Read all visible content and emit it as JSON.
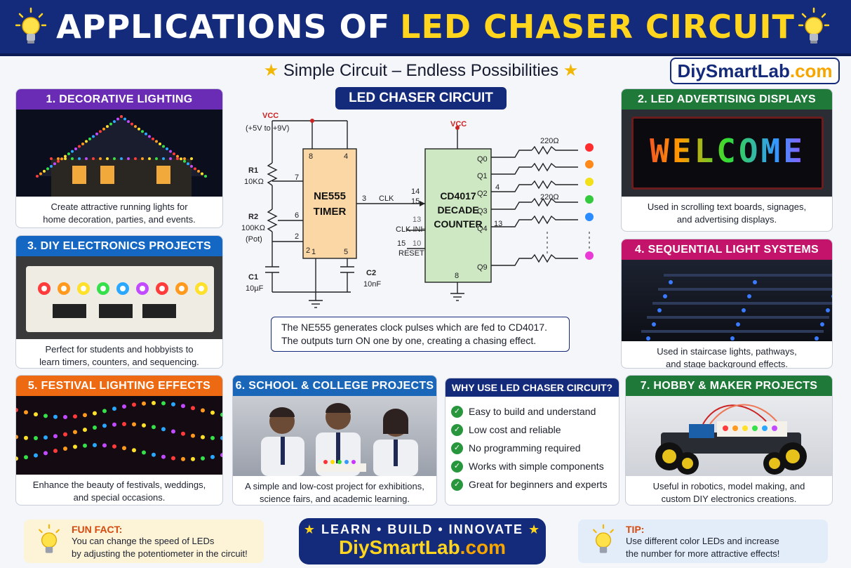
{
  "header": {
    "title_white": "APPLICATIONS OF",
    "title_yellow": "LED CHASER CIRCUIT"
  },
  "subtitle": "Simple Circuit – Endless Possibilities",
  "brand": {
    "a": "DiySmartLab",
    "b": ".com"
  },
  "cards": [
    {
      "title": "1. DECORATIVE LIGHTING",
      "cap1": "Create attractive running lights for",
      "cap2": "home decoration, parties, and events.",
      "color": "#6a2bb5"
    },
    {
      "title": "2. LED ADVERTISING DISPLAYS",
      "cap1": "Used in scrolling text boards, signages,",
      "cap2": "and advertising displays.",
      "color": "#1f7a3a",
      "sign": "WELCOME"
    },
    {
      "title": "3. DIY ELECTRONICS PROJECTS",
      "cap1": "Perfect for students and hobbyists to",
      "cap2": "learn timers, counters, and sequencing.",
      "color": "#1567c4"
    },
    {
      "title": "4. SEQUENTIAL LIGHT SYSTEMS",
      "cap1": "Used in staircase lights, pathways,",
      "cap2": "and stage background effects.",
      "color": "#c4136b"
    },
    {
      "title": "5. FESTIVAL LIGHTING EFFECTS",
      "cap1": "Enhance the beauty of festivals, weddings,",
      "cap2": "and special occasions.",
      "color": "#ee6a12"
    },
    {
      "title": "6. SCHOOL & COLLEGE PROJECTS",
      "cap1": "A simple and low-cost project for exhibitions,",
      "cap2": "science fairs, and academic learning.",
      "color": "#1a66b8"
    },
    {
      "title": "7. HOBBY & MAKER PROJECTS",
      "cap1": "Useful in robotics, model making, and",
      "cap2": "custom DIY electronics creations.",
      "color": "#1f7a3a"
    }
  ],
  "circuit": {
    "title": "LED CHASER CIRCUIT",
    "vcc": "VCC",
    "vcc_range": "(+5V to +9V)",
    "r1": "R1",
    "r1v": "10KΩ",
    "r2": "R2",
    "r2v": "100KΩ",
    "r2n": "(Pot)",
    "c1": "C1",
    "c1v": "10µF",
    "c2": "C2",
    "c2v": "10nF",
    "ne1": "NE555",
    "ne2": "TIMER",
    "cd1": "CD4017",
    "cd2": "DECADE",
    "cd3": "COUNTER",
    "clk": "CLK",
    "clkinh": "CLK INH",
    "reset": "RESET",
    "p8": "8",
    "p4": "4",
    "p7": "7",
    "p6": "6",
    "p2": "2",
    "p1": "1",
    "p5": "5",
    "p3": "3",
    "p14": "14",
    "p15a": "15",
    "p13": "13",
    "p15b": "15",
    "p10": "10",
    "p8b": "8",
    "p4b": "4",
    "p13b": "13",
    "q0": "Q0",
    "q1": "Q1",
    "q2": "Q2",
    "q3": "Q3",
    "q4": "Q4",
    "q9": "Q9",
    "res1": "220Ω",
    "res2": "220Ω",
    "note1": "The NE555 generates clock pulses which are fed to CD4017.",
    "note2": "The outputs turn ON one by one, creating a chasing effect."
  },
  "why": {
    "title": "WHY USE LED CHASER CIRCUIT?",
    "items": [
      "Easy to build and understand",
      "Low cost and reliable",
      "No programming required",
      "Works with simple components",
      "Great for beginners and experts"
    ]
  },
  "fun": {
    "head": "FUN FACT:",
    "l1": "You can change the speed of LEDs",
    "l2": "by adjusting the potentiometer in the circuit!"
  },
  "tip": {
    "head": "TIP:",
    "l1": "Use different color LEDs and increase",
    "l2": "the number for more attractive effects!"
  },
  "learn": {
    "a1": "LEARN",
    "a2": "BUILD",
    "a3": "INNOVATE",
    "b1": "DiySmartLab",
    "b2": ".com"
  },
  "colors": {
    "navy": "#142a7a",
    "yellow": "#ffd51e",
    "orange": "#f7a600"
  }
}
